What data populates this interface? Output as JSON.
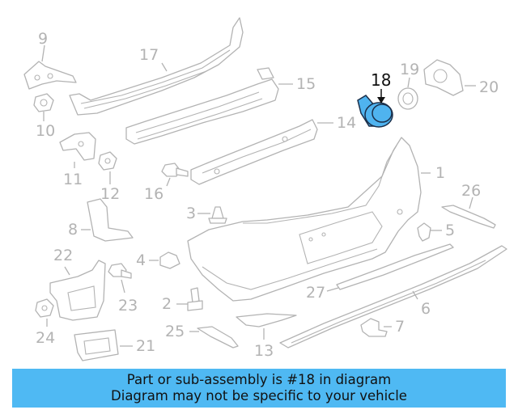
{
  "callouts": {
    "c1": "1",
    "c2": "2",
    "c3": "3",
    "c4": "4",
    "c5": "5",
    "c6": "6",
    "c7": "7",
    "c8": "8",
    "c9": "9",
    "c10": "10",
    "c11": "11",
    "c12": "12",
    "c13": "13",
    "c14": "14",
    "c15": "15",
    "c16": "16",
    "c17": "17",
    "c18": "18",
    "c19": "19",
    "c20": "20",
    "c21": "21",
    "c22": "22",
    "c23": "23",
    "c24": "24",
    "c25": "25",
    "c26": "26",
    "c27": "27"
  },
  "highlighted_part": "18",
  "banner": {
    "line1": "Part or sub-assembly is #18 in diagram",
    "line2": "Diagram may not be specific to your vehicle"
  },
  "colors": {
    "line_gray": "#b3b3b3",
    "highlight_fill": "#4fb3ef",
    "banner_bg": "#4fb9f3"
  }
}
